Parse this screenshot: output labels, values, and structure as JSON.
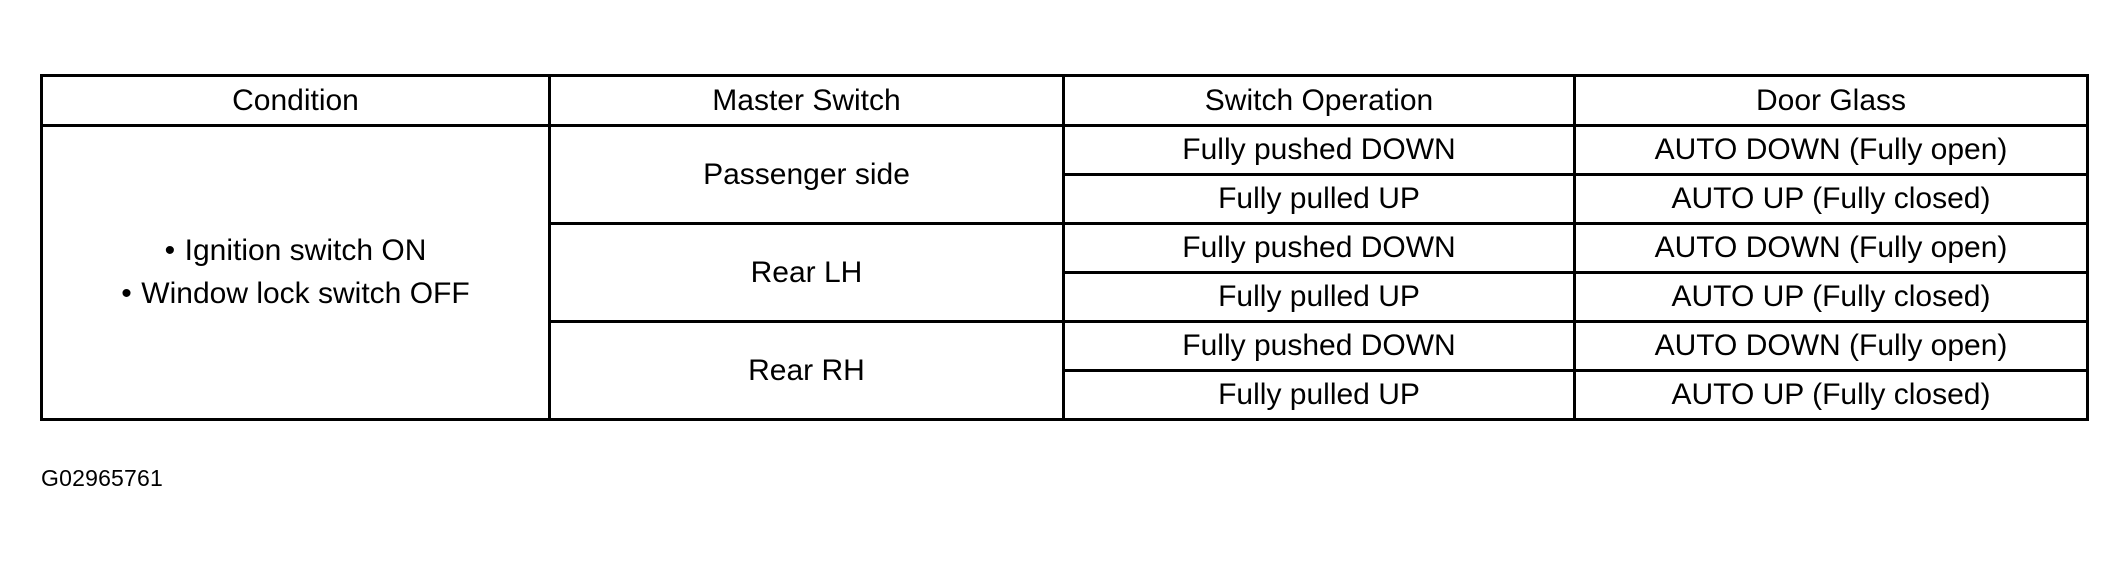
{
  "table": {
    "headers": [
      "Condition",
      "Master Switch",
      "Switch Operation",
      "Door Glass"
    ],
    "condition": {
      "bullet_char": "•",
      "lines": [
        "Ignition switch ON",
        "Window lock switch OFF"
      ]
    },
    "groups": [
      {
        "master_switch": "Passenger side",
        "rows": [
          {
            "switch_operation": "Fully pushed DOWN",
            "door_glass": "AUTO DOWN (Fully open)"
          },
          {
            "switch_operation": "Fully pulled UP",
            "door_glass": "AUTO UP (Fully closed)"
          }
        ]
      },
      {
        "master_switch": "Rear LH",
        "rows": [
          {
            "switch_operation": "Fully pushed DOWN",
            "door_glass": "AUTO DOWN (Fully open)"
          },
          {
            "switch_operation": "Fully pulled UP",
            "door_glass": "AUTO UP (Fully closed)"
          }
        ]
      },
      {
        "master_switch": "Rear RH",
        "rows": [
          {
            "switch_operation": "Fully pushed DOWN",
            "door_glass": "AUTO DOWN (Fully open)"
          },
          {
            "switch_operation": "Fully pulled UP",
            "door_glass": "AUTO UP (Fully closed)"
          }
        ]
      }
    ]
  },
  "caption": "G02965761",
  "colors": {
    "border": "#000000",
    "text": "#000000",
    "background": "#ffffff"
  }
}
